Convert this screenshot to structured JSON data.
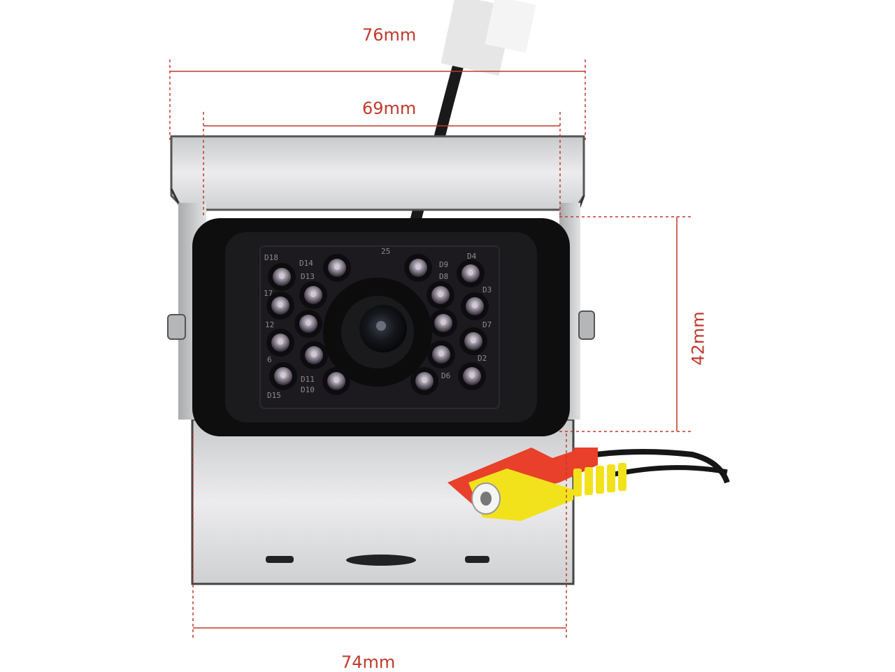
{
  "dimensions": {
    "top_outer": "76mm",
    "top_inner": "69mm",
    "bottom": "74mm",
    "height": "42mm"
  },
  "board_labels": [
    "D18",
    "D14",
    "D13",
    "D9",
    "D8",
    "D4",
    "D3",
    "D7",
    "D2",
    "D6",
    "D10",
    "D11",
    "D15",
    "17",
    "12",
    "6",
    "25"
  ],
  "colors": {
    "dimension_line": "#c0392b",
    "bracket": "#d9dadc",
    "housing": "#111111",
    "rca_red": "#e8402a",
    "rca_yellow": "#f2e21c"
  }
}
